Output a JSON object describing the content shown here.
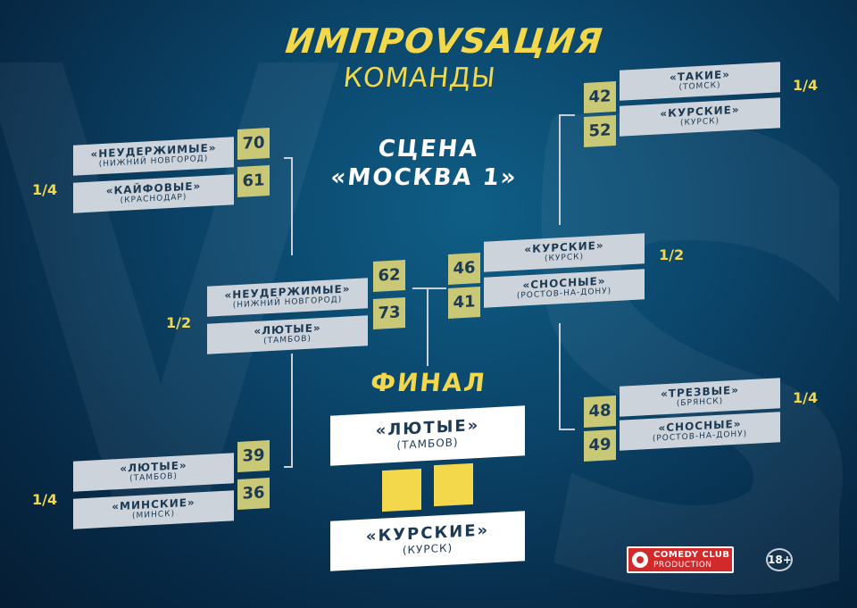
{
  "header": {
    "title": "ИМПРОVSАЦИЯ",
    "subtitle": "КОМАНДЫ"
  },
  "scene": {
    "line1": "СЦЕНА",
    "line2": "«МОСКВА 1»"
  },
  "rounds": {
    "quarter": "1/4",
    "semi": "1/2"
  },
  "final": {
    "title": "ФИНАЛ",
    "team1": {
      "name": "«ЛЮТЫЕ»",
      "city": "(ТАМБОВ)"
    },
    "team2": {
      "name": "«КУРСКИЕ»",
      "city": "(КУРСК)"
    }
  },
  "left": {
    "q1": {
      "team1": {
        "name": "«НЕУДЕРЖИМЫЕ»",
        "city": "(НИЖНИЙ НОВГОРОД)",
        "score": "70"
      },
      "team2": {
        "name": "«КАЙФОВЫЕ»",
        "city": "(КРАСНОДАР)",
        "score": "61"
      }
    },
    "q2": {
      "team1": {
        "name": "«ЛЮТЫЕ»",
        "city": "(ТАМБОВ)",
        "score": "39"
      },
      "team2": {
        "name": "«МИНСКИЕ»",
        "city": "(МИНСК)",
        "score": "36"
      }
    },
    "semi": {
      "team1": {
        "name": "«НЕУДЕРЖИМЫЕ»",
        "city": "(НИЖНИЙ НОВГОРОД)",
        "score": "62"
      },
      "team2": {
        "name": "«ЛЮТЫЕ»",
        "city": "(ТАМБОВ)",
        "score": "73"
      }
    }
  },
  "right": {
    "q1": {
      "team1": {
        "name": "«ТАКИЕ»",
        "city": "(ТОМСК)",
        "score": "42"
      },
      "team2": {
        "name": "«КУРСКИЕ»",
        "city": "(КУРСК)",
        "score": "52"
      }
    },
    "q2": {
      "team1": {
        "name": "«ТРЕЗВЫЕ»",
        "city": "(БРЯНСК)",
        "score": "48"
      },
      "team2": {
        "name": "«СНОСНЫЕ»",
        "city": "(РОСТОВ-НА-ДОНУ)",
        "score": "49"
      }
    },
    "semi": {
      "team1": {
        "name": "«КУРСКИЕ»",
        "city": "(КУРСК)",
        "score": "46"
      },
      "team2": {
        "name": "«СНОСНЫЕ»",
        "city": "(РОСТОВ-НА-ДОНУ)",
        "score": "41"
      }
    }
  },
  "footer": {
    "logo_line1": "COMEDY CLUB",
    "logo_line2": "PRODUCTION",
    "age_rating": "18+"
  },
  "colors": {
    "accent": "#f2d84a",
    "score_bg": "#c9c877",
    "team_bg": "#cdd3da",
    "text_dark": "#1d3a55",
    "logo_red": "#d22a2a"
  }
}
